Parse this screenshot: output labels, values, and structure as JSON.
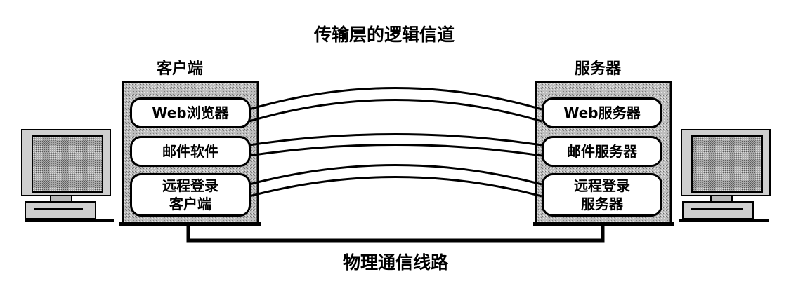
{
  "diagram": {
    "title": "传输层的逻辑信道",
    "physical_link_label": "物理通信线路",
    "client": {
      "label": "客户端",
      "apps": [
        {
          "line1": "Web浏览器",
          "line2": ""
        },
        {
          "line1": "邮件软件",
          "line2": ""
        },
        {
          "line1": "远程登录",
          "line2": "客户端"
        }
      ]
    },
    "server": {
      "label": "服务器",
      "apps": [
        {
          "line1": "Web服务器",
          "line2": ""
        },
        {
          "line1": "邮件服务器",
          "line2": ""
        },
        {
          "line1": "远程登录",
          "line2": "服务器"
        }
      ]
    },
    "logical_channels": [
      {
        "from": "Web浏览器",
        "to": "Web服务器"
      },
      {
        "from": "邮件软件",
        "to": "邮件服务器"
      },
      {
        "from": "远程登录 客户端",
        "to": "远程登录 服务器"
      }
    ],
    "colors": {
      "line": "#000000",
      "background": "#ffffff",
      "host_fill": "#b9b9b9",
      "screen_fill": "#a9a9a9"
    }
  }
}
